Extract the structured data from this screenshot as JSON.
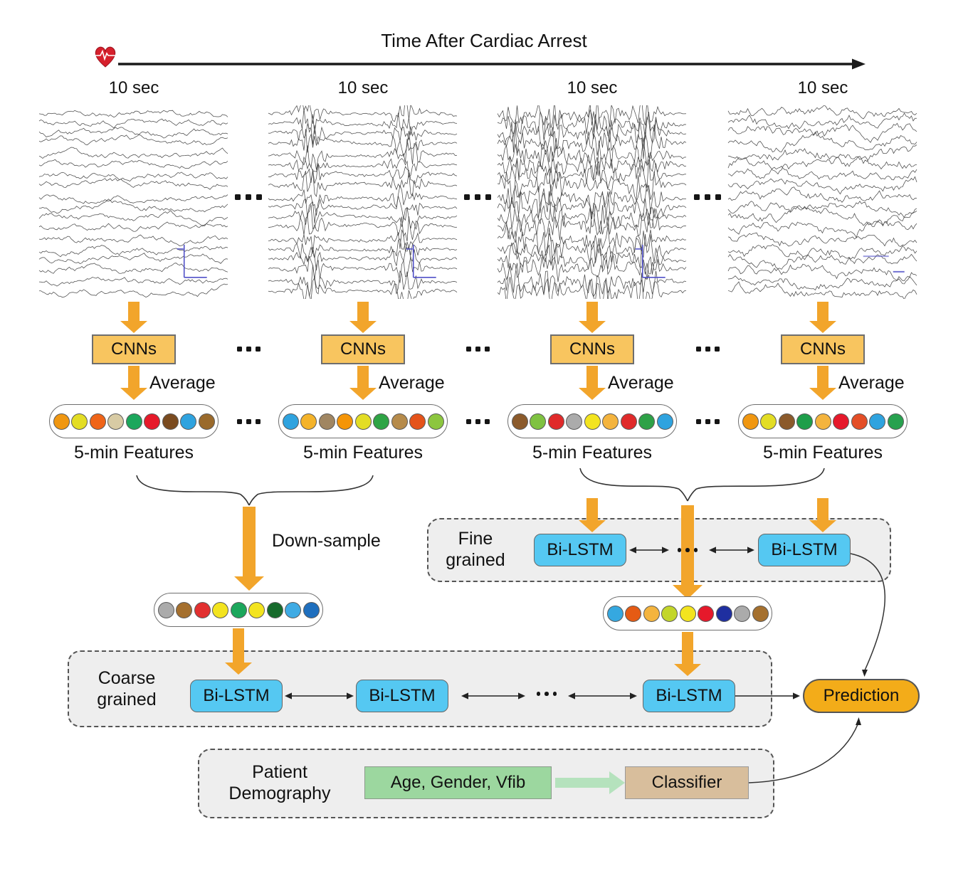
{
  "title": "Time After Cardiac Arrest",
  "ellipsis": "...",
  "columns": [
    {
      "time_label": "10 sec",
      "cnn_label": "CNNs",
      "average_label": "Average",
      "features_label": "5-min Features",
      "eeg_pattern": "calm",
      "feature_dots": [
        "#F09711",
        "#E3DD25",
        "#EF6418",
        "#D8CBA4",
        "#1CA75C",
        "#E61A2A",
        "#7A4B1F",
        "#2FA3DF",
        "#9A6A2B"
      ]
    },
    {
      "time_label": "10 sec",
      "cnn_label": "CNNs",
      "average_label": "Average",
      "features_label": "5-min Features",
      "eeg_pattern": "burst",
      "feature_dots": [
        "#2FA3DF",
        "#F4B32A",
        "#A08662",
        "#F59507",
        "#E3DD25",
        "#2EA445",
        "#B68B4B",
        "#E5531A",
        "#8CC63F"
      ]
    },
    {
      "time_label": "10 sec",
      "cnn_label": "CNNs",
      "average_label": "Average",
      "features_label": "5-min Features",
      "eeg_pattern": "burst-heavy",
      "feature_dots": [
        "#8B5A2B",
        "#7FC241",
        "#E02A2A",
        "#ABABAB",
        "#F3E41F",
        "#F4B43E",
        "#E02A2A",
        "#2EA147",
        "#2FA3DF"
      ]
    },
    {
      "time_label": "10 sec",
      "cnn_label": "CNNs",
      "average_label": "Average",
      "features_label": "5-min Features",
      "eeg_pattern": "active",
      "feature_dots": [
        "#F09711",
        "#E3DD25",
        "#8B5A2B",
        "#1E9E4A",
        "#F4B43E",
        "#E6192B",
        "#E44E26",
        "#2FA3DF",
        "#27A14E"
      ]
    }
  ],
  "downsample": {
    "label": "Down-sample",
    "feature_dots": [
      "#ABABAB",
      "#A5702E",
      "#E23030",
      "#F3E41F",
      "#1CA75C",
      "#F3E41F",
      "#176B2C",
      "#3FABE4",
      "#1F6FBE"
    ]
  },
  "fine_branch": {
    "label_line1": "Fine",
    "label_line2": "grained",
    "bilstm_label": "Bi-LSTM",
    "feature_dots": [
      "#35A8E0",
      "#E55B14",
      "#F4B43E",
      "#C3D62A",
      "#F3E41F",
      "#E6192B",
      "#1F2FA0",
      "#ABABAB",
      "#A5702E"
    ]
  },
  "coarse_branch": {
    "label_line1": "Coarse",
    "label_line2": "grained",
    "bilstm_label": "Bi-LSTM"
  },
  "prediction": {
    "label": "Prediction"
  },
  "patient": {
    "label_line1": "Patient",
    "label_line2": "Demography",
    "inputs_label": "Age, Gender, Vfib",
    "classifier_label": "Classifier"
  },
  "colors": {
    "arrow_orange": "#F2A52B",
    "cnn_fill": "#F8C55F",
    "bilstm_fill": "#55C8F2",
    "prediction_fill": "#F3AC19",
    "group_fill": "#EEEEEE",
    "inputs_fill": "#9CD79F",
    "inputs_arrow": "#B5E2BD",
    "classifier_fill": "#D8BE9C",
    "heart_red": "#D6202C",
    "eeg_trace": "#4a4a4a",
    "eeg_scalebar": "#5050C8"
  }
}
